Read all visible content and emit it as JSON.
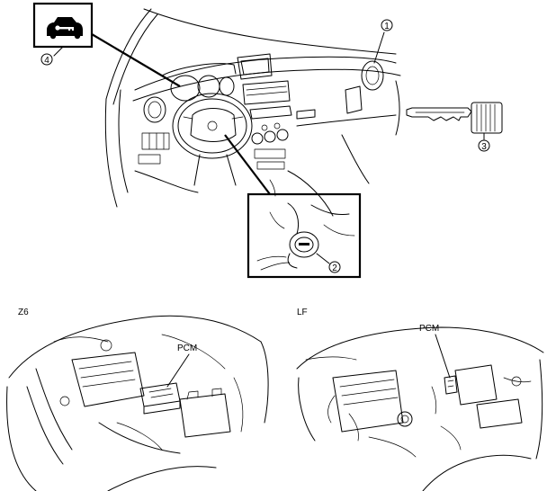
{
  "callouts": {
    "c1": "1",
    "c2": "2",
    "c3": "3",
    "c4": "4"
  },
  "section_labels": {
    "z6": "Z6",
    "lf": "LF"
  },
  "component_labels": {
    "pcm_z6": "PCM",
    "pcm_lf": "PCM"
  },
  "icons": {
    "immobilizer_warning": "car-key-warning-icon",
    "key": "key-icon",
    "ignition": "key-cylinder-icon"
  },
  "colors": {
    "line": "#000000",
    "background": "#ffffff"
  }
}
